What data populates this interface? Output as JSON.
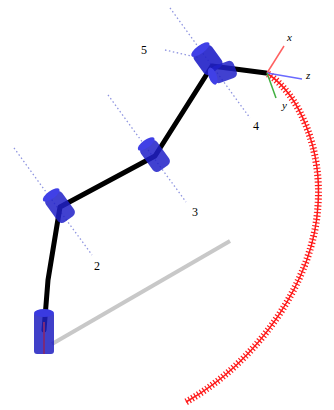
{
  "diagram": {
    "labels": [
      "2",
      "3",
      "4",
      "5",
      "x",
      "z",
      "y"
    ]
  }
}
